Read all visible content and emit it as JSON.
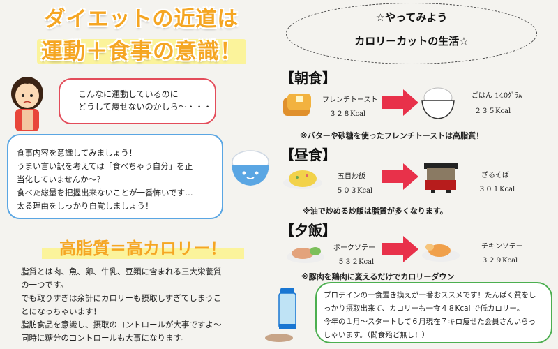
{
  "title": {
    "line1": "ダイエットの近道は",
    "line2": "運動＋食事の意識！"
  },
  "speech_woman": {
    "lines": [
      "こんなに運動しているのに",
      "どうして痩せないのかしら～・・・"
    ]
  },
  "speech_rice": {
    "lines": [
      "食事内容を意識してみましょう！",
      "うまい言い訳を考えては「食べちゃう自分」を正",
      "当化していませんか～？",
      "食べた総量を把握出来ないことが一番怖いです…",
      "太る理由をしっかり自覚しましょう！"
    ]
  },
  "slogan": "高脂質＝高カロリー！",
  "explanation": {
    "lines": [
      "脂質とは肉、魚、卵、牛乳、豆類に含まれる三大栄養質",
      "の一つです。",
      "でも取りすぎは余計にカロリーも摂取しすぎてしまうこ",
      "とになっちゃいます！",
      "脂肪食品を意識し、摂取のコントロールが大事ですよ～",
      "同時に糖分のコントロールも大事になります。"
    ]
  },
  "plan": {
    "line1": "☆やってみよう",
    "line2": "カロリーカットの生活☆"
  },
  "meals": [
    {
      "heading": "【朝食】",
      "before_name": "フレンチトースト",
      "before_kcal": "３２８Kcal",
      "after_name": "ごはん 140ｸﾞﾗﾑ",
      "after_kcal": "２３５Kcal",
      "note": "※バターや砂糖を使ったフレンチトーストは高脂質！"
    },
    {
      "heading": "【昼食】",
      "before_name": "五目炒飯",
      "before_kcal": "５０３Kcal",
      "after_name": "ざるそば",
      "after_kcal": "３０１Kcal",
      "note": "※油で炒める炒飯は脂質が多くなります。"
    },
    {
      "heading": "【夕飯】",
      "before_name": "ポークソテー",
      "before_kcal": "５３２Kcal",
      "after_name": "チキンソテー",
      "after_kcal": "３２９Kcal",
      "note": "※豚肉を鶏肉に変えるだけでカロリーダウン"
    }
  ],
  "protein_box": {
    "lines": [
      "プロテインの一食置き換えが一番おススメです！たんぱく質をし",
      "っかり摂取出来て、カロリーも一食４８Kcal で低カロリー。",
      "今年の１月～スタートして６月現在７キロ痩せた会員さんいらっ",
      "しゃいます。（間食殆ど無し！）"
    ]
  },
  "colors": {
    "title_orange": "#f5a623",
    "highlight_yellow": "#fbf39b",
    "bubble_red": "#e34c5a",
    "bubble_blue": "#5aa6e3",
    "bubble_green": "#4caf50",
    "arrow_red": "#e8314a"
  },
  "icons": [
    "woman-illustration",
    "rice-bowl-character",
    "french-toast-image",
    "rice-bowl-image",
    "fried-rice-image",
    "zaru-soba-image",
    "pork-saute-image",
    "chicken-saute-image",
    "protein-shaker-image",
    "red-arrow-icon"
  ]
}
